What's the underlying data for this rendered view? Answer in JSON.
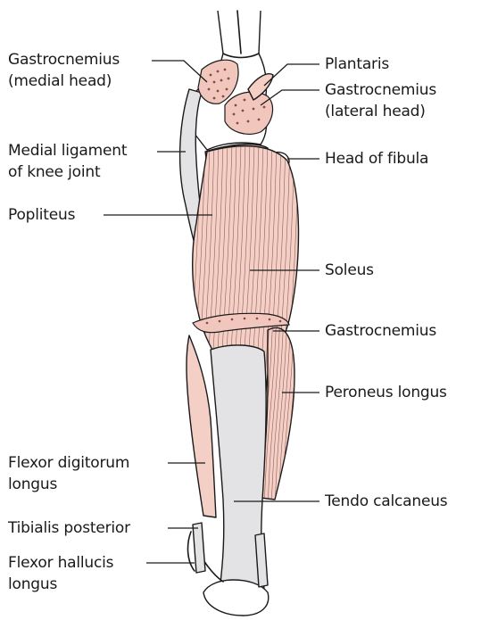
{
  "labels": {
    "gastrocnemius_medial": [
      "Gastrocnemius",
      "(medial head)"
    ],
    "medial_ligament": [
      "Medial ligament",
      "of knee joint"
    ],
    "popliteus": [
      "Popliteus"
    ],
    "flexor_digitorum": [
      "Flexor digitorum",
      "longus"
    ],
    "tibialis_posterior": [
      "Tibialis posterior"
    ],
    "flexor_hallucis": [
      "Flexor hallucis",
      "longus"
    ],
    "plantaris": [
      "Plantaris"
    ],
    "gastrocnemius_lateral": [
      "Gastrocnemius",
      "(lateral head)"
    ],
    "head_of_fibula": [
      "Head of fibula"
    ],
    "soleus": [
      "Soleus"
    ],
    "gastrocnemius": [
      "Gastrocnemius"
    ],
    "peroneus_longus": [
      "Peroneus longus"
    ],
    "tendo_calcaneus": [
      "Tendo calcaneus"
    ]
  },
  "colors": {
    "muscle": "#f4cfc6",
    "tendon": "#e3e3e5",
    "line": "#1a1a1a"
  }
}
